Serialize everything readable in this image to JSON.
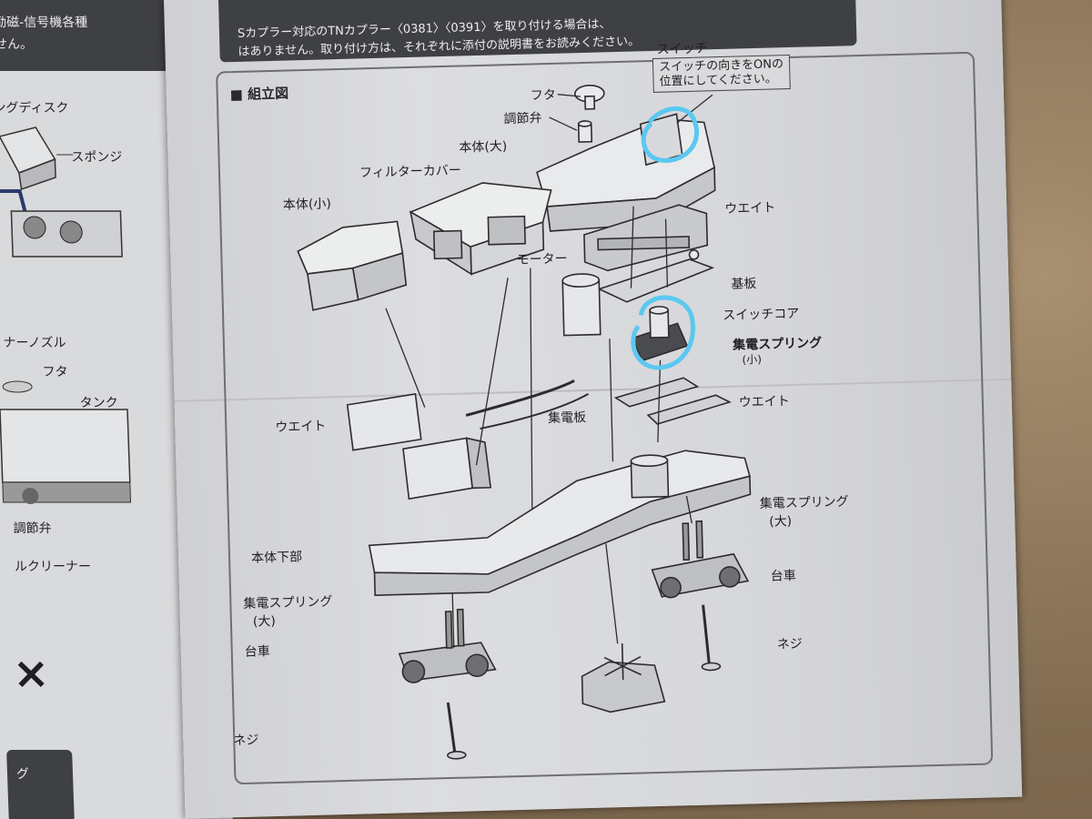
{
  "banner": {
    "line1": "Sカプラー対応のTNカプラー〈0381〉〈0391〉を取り付ける場合は、",
    "line2": "はありません。取り付け方は、それぞれに添付の説明書をお読みください。"
  },
  "section_title": "■ 組立図",
  "parts": {
    "switch": "スイッチ",
    "switch_note_1": "スイッチの向きをONの",
    "switch_note_2": "位置にしてください。",
    "lid": "フタ",
    "valve": "調節弁",
    "body_large": "本体(大)",
    "filter_cover": "フィルターカバー",
    "body_small": "本体(小)",
    "weight_top": "ウエイト",
    "motor": "モーター",
    "board": "基板",
    "switch_core": "スイッチコア",
    "spring_small_1": "集電スプリング",
    "spring_small_2": "(小)",
    "weight_left": "ウエイト",
    "collector_plate": "集電板",
    "weight_right": "ウエイト",
    "body_lower": "本体下部",
    "spring_large_right_1": "集電スプリング",
    "spring_large_right_2": "(大)",
    "bogie_right": "台車",
    "screw_right": "ネジ",
    "spring_large_left_1": "集電スプリング",
    "spring_large_left_2": "(大)",
    "bogie_left": "台車",
    "screw_left": "ネジ"
  },
  "left_page": {
    "banner_line1": "励磁-信号機各種",
    "banner_line2": "せん。",
    "label_disk": "ングディスク",
    "label_sponge": "スポンジ",
    "label_nozzle": "ナーノズル",
    "label_lid": "フタ",
    "label_tank": "タンク",
    "label_valve": "調節弁",
    "label_cleaner": "ルクリーナー",
    "mark": "×",
    "bottom_box": "グ"
  },
  "colors": {
    "paper": "#d8d9dc",
    "ink": "#1f1f21",
    "banner": "#3f4043",
    "highlight": "#5bc8f0"
  }
}
